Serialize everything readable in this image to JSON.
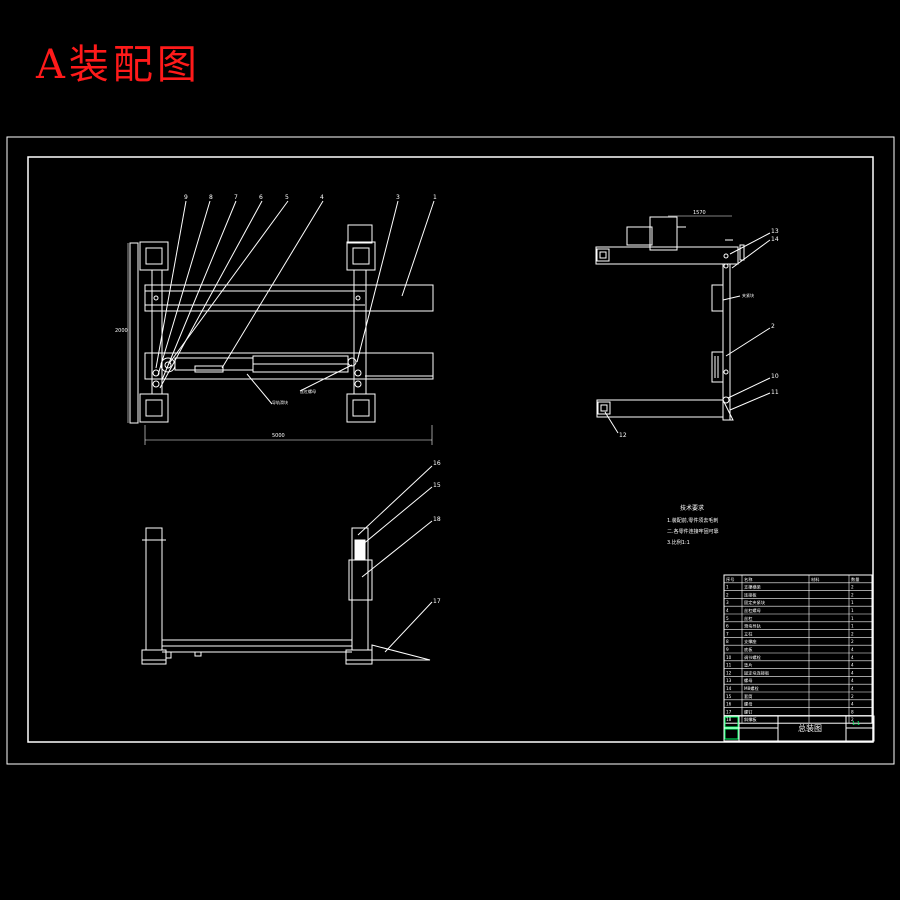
{
  "title": "A装配图",
  "colors": {
    "title": "#ff1a1a",
    "line": "#ffffff",
    "accent": "#00ff66"
  },
  "balloons_top": [
    "9",
    "8",
    "7",
    "6",
    "5",
    "4",
    "3",
    "1"
  ],
  "balloons_side": [
    "13",
    "14",
    "2",
    "10",
    "11",
    "12"
  ],
  "balloons_front": [
    "16",
    "15",
    "18",
    "17"
  ],
  "tech_requirements": {
    "heading": "技术要求",
    "lines": [
      "1.装配前,零件须去毛刺",
      "二.各零件连接牢固可靠",
      "3.比例1:1"
    ]
  },
  "bom": {
    "headers": [
      "序号",
      "名称",
      "材料",
      "数量"
    ],
    "rows": [
      [
        "1",
        "支撑横梁",
        "",
        "2"
      ],
      [
        "2",
        "连接板",
        "",
        "2"
      ],
      [
        "3",
        "固定夹紧块",
        "",
        "1"
      ],
      [
        "4",
        "丝杠螺母",
        "",
        "1"
      ],
      [
        "5",
        "丝杠",
        "",
        "1"
      ],
      [
        "6",
        "滑块导轨",
        "",
        "1"
      ],
      [
        "7",
        "立柱",
        "",
        "2"
      ],
      [
        "8",
        "支撑座",
        "",
        "2"
      ],
      [
        "9",
        "底板",
        "",
        "4"
      ],
      [
        "10",
        "调节螺栓",
        "",
        "4"
      ],
      [
        "11",
        "垫片",
        "",
        "4"
      ],
      [
        "12",
        "固定块连接板",
        "",
        "4"
      ],
      [
        "13",
        "螺母",
        "",
        "4"
      ],
      [
        "14",
        "M8螺栓",
        "",
        "4"
      ],
      [
        "15",
        "套筒",
        "",
        "2"
      ],
      [
        "16",
        "螺母",
        "",
        "4"
      ],
      [
        "17",
        "螺钉",
        "",
        "8"
      ],
      [
        "18",
        "斜撑板",
        "",
        "2"
      ]
    ],
    "title_block_label": "总装图",
    "scale": "1:1"
  }
}
